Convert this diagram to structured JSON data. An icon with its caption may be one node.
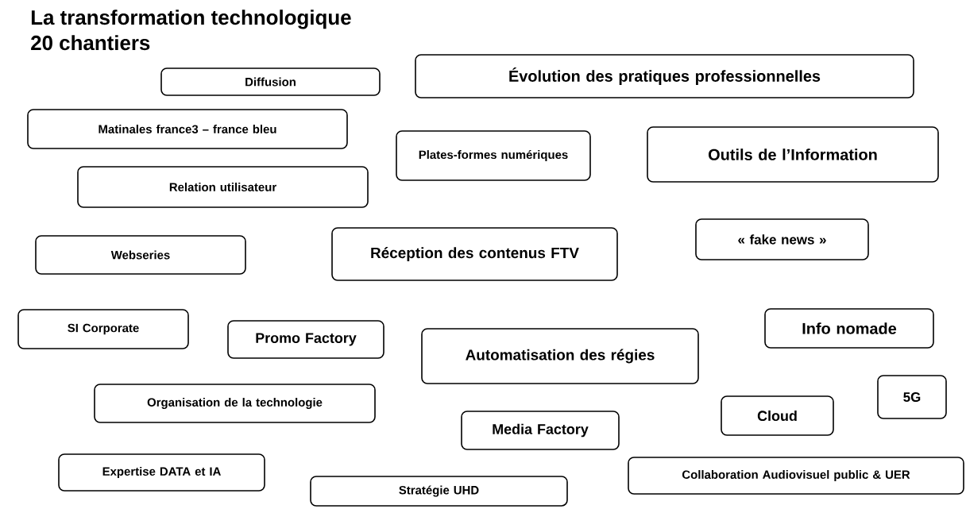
{
  "diagram": {
    "title": "La transformation technologique",
    "labels": [
      "20 chantiers"
    ],
    "nodes": [
      {
        "text": [
          "Diffusion"
        ]
      },
      {
        "text": [
          "Évolution des pratiques professionnelles"
        ]
      },
      {
        "text": [
          "Matinales france3 – france bleu"
        ]
      },
      {
        "text": [
          "Plates-formes numériques"
        ]
      },
      {
        "text": [
          "Outils de l’Information"
        ]
      },
      {
        "text": [
          "Relation utilisateur"
        ]
      },
      {
        "text": [
          "« fake news »"
        ]
      },
      {
        "text": [
          "Webseries"
        ]
      },
      {
        "text": [
          "Réception des contenus FTV"
        ]
      },
      {
        "text": [
          "SI Corporate"
        ]
      },
      {
        "text": [
          "Promo Factory"
        ]
      },
      {
        "text": [
          "Info nomade"
        ]
      },
      {
        "text": [
          "Automatisation des régies"
        ]
      },
      {
        "text": [
          "Organisation de la technologie"
        ]
      },
      {
        "text": [
          "5G"
        ]
      },
      {
        "text": [
          "Cloud"
        ]
      },
      {
        "text": [
          "Media Factory"
        ]
      },
      {
        "text": [
          "Expertise DATA et IA"
        ]
      },
      {
        "text": [
          "Collaboration Audiovisuel public & UER"
        ]
      },
      {
        "text": [
          "Stratégie UHD"
        ]
      }
    ]
  }
}
